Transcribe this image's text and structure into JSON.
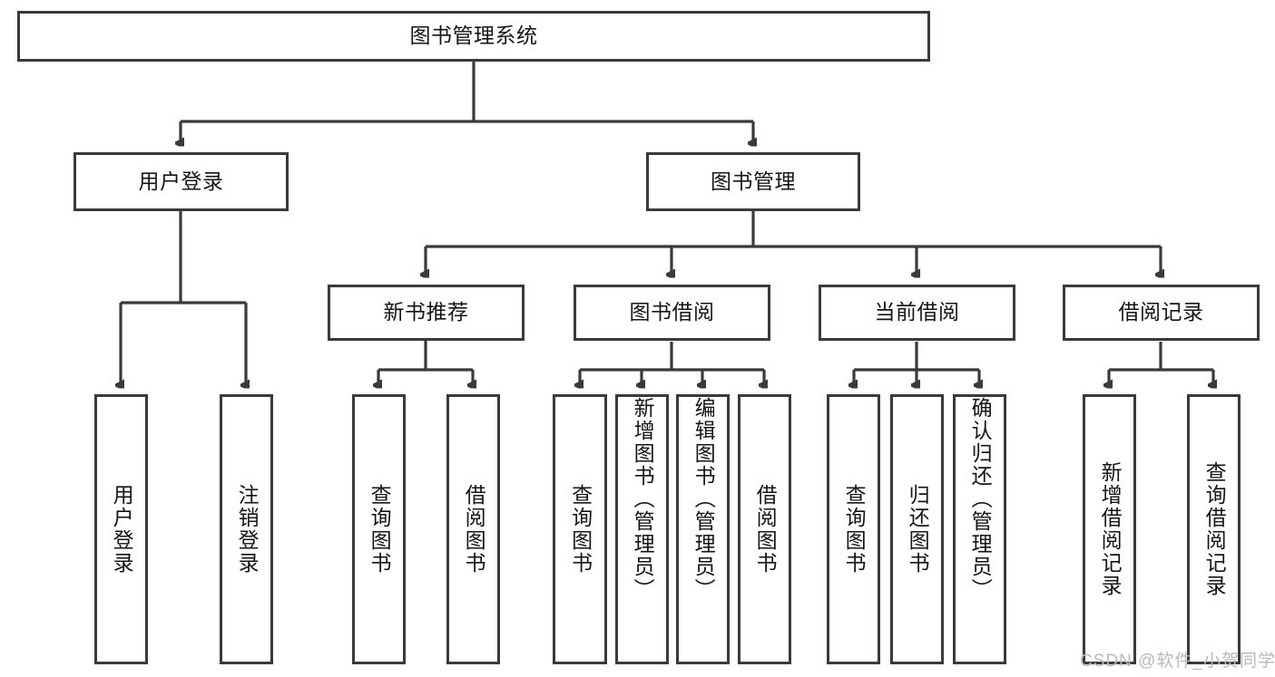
{
  "diagram": {
    "type": "hierarchy-tree",
    "title": "图书管理系统",
    "root": {
      "id": "root",
      "label": "图书管理系统"
    },
    "level2": [
      {
        "id": "user-login",
        "label": "用户登录"
      },
      {
        "id": "book-manage",
        "label": "图书管理"
      }
    ],
    "level3": [
      {
        "id": "new-book-rec",
        "label": "新书推荐",
        "parent": "book-manage"
      },
      {
        "id": "book-borrow",
        "label": "图书借阅",
        "parent": "book-manage"
      },
      {
        "id": "current-borrow",
        "label": "当前借阅",
        "parent": "book-manage"
      },
      {
        "id": "borrow-record",
        "label": "借阅记录",
        "parent": "book-manage"
      }
    ],
    "leaves": {
      "user-login": [
        {
          "id": "leaf-user-login",
          "label": "用户登录",
          "align": "center"
        },
        {
          "id": "leaf-logout",
          "label": "注销登录",
          "align": "center"
        }
      ],
      "new-book-rec": [
        {
          "id": "leaf-query-book-1",
          "label": "查询图书",
          "align": "center"
        },
        {
          "id": "leaf-borrow-book-1",
          "label": "借阅图书",
          "align": "center"
        }
      ],
      "book-borrow": [
        {
          "id": "leaf-query-book-2",
          "label": "查询图书",
          "align": "center"
        },
        {
          "id": "leaf-add-book",
          "label": "新增图书（管理员）",
          "align": "top"
        },
        {
          "id": "leaf-edit-book",
          "label": "编辑图书（管理员）",
          "align": "top"
        },
        {
          "id": "leaf-borrow-book-2",
          "label": "借阅图书",
          "align": "center"
        }
      ],
      "current-borrow": [
        {
          "id": "leaf-query-book-3",
          "label": "查询图书",
          "align": "center"
        },
        {
          "id": "leaf-return-book",
          "label": "归还图书",
          "align": "center"
        },
        {
          "id": "leaf-confirm-return",
          "label": "确认归还（管理员）",
          "align": "top"
        }
      ],
      "borrow-record": [
        {
          "id": "leaf-add-record",
          "label": "新增借阅记录",
          "align": "center"
        },
        {
          "id": "leaf-query-record",
          "label": "查询借阅记录",
          "align": "center"
        }
      ]
    },
    "watermark": "CSDN @软件_小贺同学",
    "colors": {
      "stroke": "#3a3a3a",
      "text": "#151515",
      "background": "#ffffff",
      "watermark": "#b9b9b9"
    }
  }
}
